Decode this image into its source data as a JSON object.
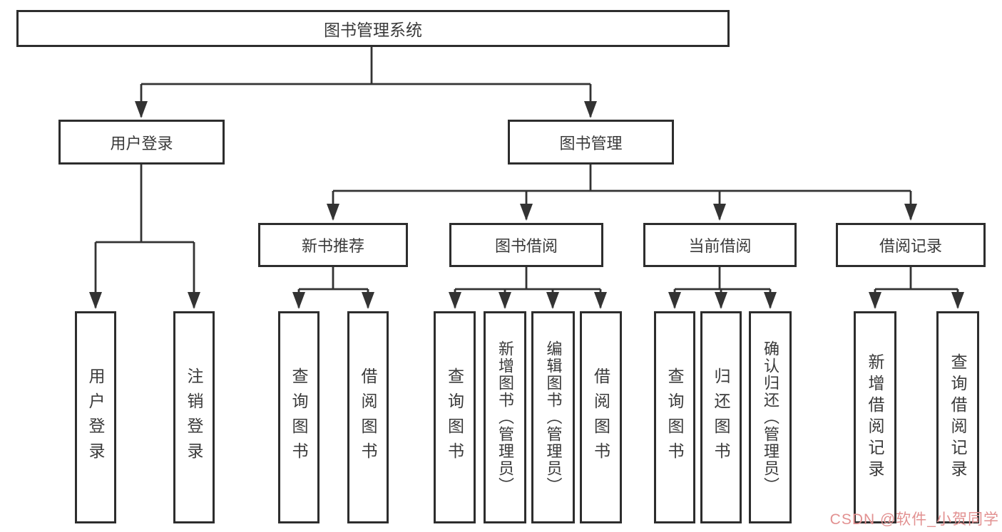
{
  "diagram": {
    "title": "图书管理系统",
    "nodes": {
      "root": "图书管理系统",
      "user_login": "用户登录",
      "book_mgmt": "图书管理",
      "new_book_rec": "新书推荐",
      "book_borrow": "图书借阅",
      "current_borrow": "当前借阅",
      "borrow_records": "借阅记录",
      "leaf_user_login": "用户登录",
      "leaf_logout": "注销登录",
      "leaf_nb_query": "查询图书",
      "leaf_nb_borrow": "借阅图书",
      "leaf_bb_query": "查询图书",
      "leaf_bb_add": "新增图书（管理员）",
      "leaf_bb_edit": "编辑图书（管理员）",
      "leaf_bb_borrow": "借阅图书",
      "leaf_cb_query": "查询图书",
      "leaf_cb_return": "归还图书",
      "leaf_cb_confirm": "确认归还（管理员）",
      "leaf_br_add": "新增借阅记录",
      "leaf_br_query": "查询借阅记录"
    }
  },
  "watermark": {
    "text": "CSDN @软件_小贺同学"
  },
  "colors": {
    "line": "#333333",
    "box_border": "#2d2d2d",
    "text": "#3a3a3a",
    "background": "#ffffff",
    "watermark": "#e29191"
  }
}
